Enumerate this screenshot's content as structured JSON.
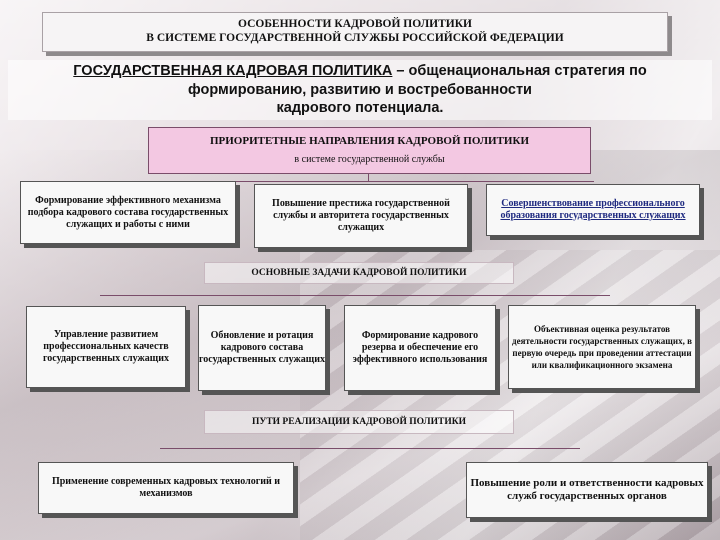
{
  "header": {
    "title_line1": "ОСОБЕННОСТИ КАДРОВОЙ ПОЛИТИКИ",
    "title_line2": "В СИСТЕМЕ ГОСУДАРСТВЕННОЙ СЛУЖБЫ РОССИЙСКОЙ ФЕДЕРАЦИИ"
  },
  "definition": {
    "term": "ГОСУДАРСТВЕННАЯ КАДРОВАЯ ПОЛИТИКА",
    "line1_rest": " – общенациональная стратегия по",
    "line2": "формированию, развитию и востребованности",
    "line3": "кадрового потенциала."
  },
  "priorities": {
    "title": "ПРИОРИТЕТНЫЕ НАПРАВЛЕНИЯ КАДРОВОЙ ПОЛИТИКИ",
    "subtitle": "в системе государственной службы",
    "items": [
      "Формирование эффективного механизма подбора кадрового состава государственных служащих и работы с ними",
      "Повышение престижа государственной службы и авторитета государственных служащих",
      "Совершенствование профессионального образования государственных служащих"
    ]
  },
  "tasks": {
    "title": "ОСНОВНЫЕ ЗАДАЧИ КАДРОВОЙ ПОЛИТИКИ",
    "items": [
      "Управление развитием профессиональных качеств государственных служащих",
      "Обновление и ротация кадрового состава государственных служащих",
      "Формирование кадрового резерва и обеспечение его эффективного использования",
      "Объективная оценка результатов деятельности государственных служащих, в первую очередь при проведении аттестации или квалификационного экзамена"
    ]
  },
  "ways": {
    "title": "ПУТИ РЕАЛИЗАЦИИ КАДРОВОЙ ПОЛИТИКИ",
    "items": [
      "Применение современных кадровых технологий и механизмов",
      "Повышение роли и ответственности кадровых служб государственных органов"
    ]
  },
  "colors": {
    "pink_fill": "#f3c8e2",
    "connector": "#7a4d6a",
    "link_text": "#1f2a80"
  }
}
